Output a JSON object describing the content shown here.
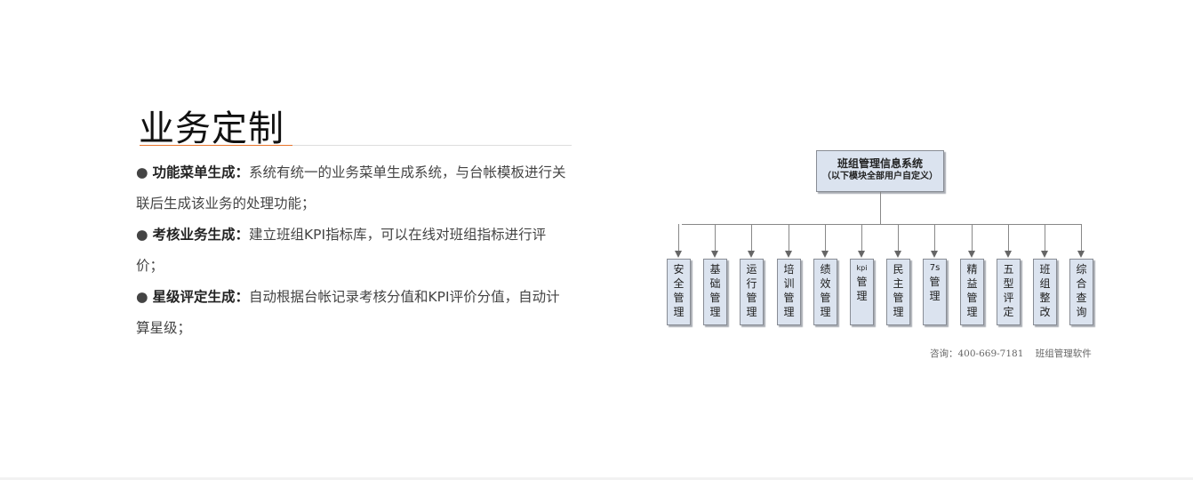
{
  "section": {
    "title": "业务定制"
  },
  "features": [
    {
      "bullet": "●",
      "heading": "功能菜单生成：",
      "text": "系统有统一的业务菜单生成系统，与台帐模板进行关联后生成该业务的处理功能；"
    },
    {
      "bullet": "●",
      "heading": "考核业务生成：",
      "text": "建立班组KPI指标库，可以在线对班组指标进行评价；"
    },
    {
      "bullet": "●",
      "heading": "星级评定生成：",
      "text": "自动根据台帐记录考核分值和KPI评价分值，自动计算星级；"
    }
  ],
  "diagram": {
    "root_title": "班组管理信息系统",
    "root_subtitle": "（以下模块全部用户自定义）",
    "modules": [
      {
        "name": "安全管理",
        "chars": [
          "安",
          "全",
          "管",
          "理"
        ]
      },
      {
        "name": "基础管理",
        "chars": [
          "基",
          "础",
          "管",
          "理"
        ]
      },
      {
        "name": "运行管理",
        "chars": [
          "运",
          "行",
          "管",
          "理"
        ]
      },
      {
        "name": "培训管理",
        "chars": [
          "培",
          "训",
          "管",
          "理"
        ]
      },
      {
        "name": "绩效管理",
        "chars": [
          "绩",
          "效",
          "管",
          "理"
        ]
      },
      {
        "name": "kpi管理",
        "chars": [
          "kpi",
          "管",
          "理"
        ]
      },
      {
        "name": "民主管理",
        "chars": [
          "民",
          "主",
          "管",
          "理"
        ]
      },
      {
        "name": "7s管理",
        "chars": [
          "7s",
          "管",
          "理"
        ]
      },
      {
        "name": "精益管理",
        "chars": [
          "精",
          "益",
          "管",
          "理"
        ]
      },
      {
        "name": "五型评定",
        "chars": [
          "五",
          "型",
          "评",
          "定"
        ]
      },
      {
        "name": "班组整改",
        "chars": [
          "班",
          "组",
          "整",
          "改"
        ]
      },
      {
        "name": "综合查询",
        "chars": [
          "综",
          "合",
          "查",
          "询"
        ]
      }
    ],
    "caption_phone": "咨询：400-669-7181",
    "caption_product": "班组管理软件"
  },
  "colors": {
    "accent": "#e8742a",
    "box_fill": "#dbe3ef",
    "box_border": "#888c94"
  }
}
